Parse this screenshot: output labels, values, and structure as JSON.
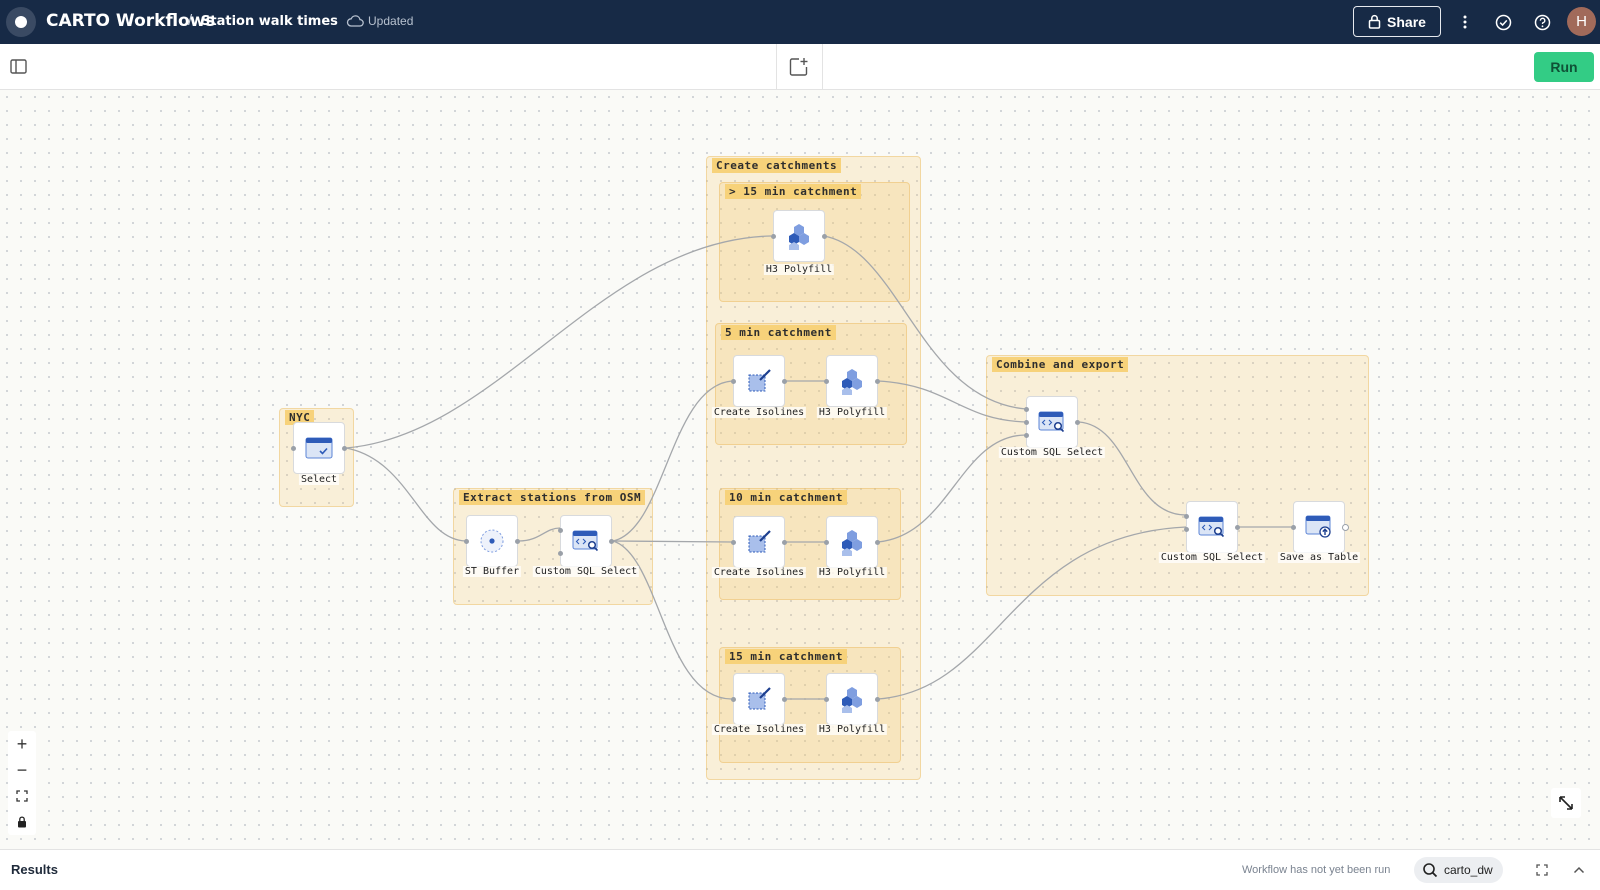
{
  "header": {
    "app_title": "CARTO Workflows",
    "separator": "/",
    "workflow_name": "Station walk times",
    "save_status": "Updated",
    "share_label": "Share",
    "avatar_initial": "H",
    "background_color": "#172a46"
  },
  "toolbar": {
    "run_label": "Run",
    "run_color": "#33cc85"
  },
  "canvas": {
    "groups": {
      "nyc": "NYC",
      "extract": "Extract stations from OSM",
      "create": "Create catchments",
      "gt15": "> 15 min catchment",
      "min5": "5 min catchment",
      "min10": "10 min catchment",
      "min15": "15 min catchment",
      "combine": "Combine and export"
    },
    "nodes": {
      "select": "Select",
      "st_buffer": "ST Buffer",
      "custom_sql_extract": "Custom SQL Select",
      "h3_gt15": "H3 Polyfill",
      "isolines_5": "Create Isolines",
      "h3_5": "H3 Polyfill",
      "isolines_10": "Create Isolines",
      "h3_10": "H3 Polyfill",
      "isolines_15": "Create Isolines",
      "h3_15": "H3 Polyfill",
      "custom_sql_combine_1": "Custom SQL Select",
      "custom_sql_combine_2": "Custom SQL Select",
      "save_table": "Save as Table"
    },
    "group_color": "#f7d27a"
  },
  "zoom_controls": {
    "zoom_in": "+",
    "zoom_out": "−"
  },
  "results": {
    "title": "Results",
    "status_text": "Workflow has not yet been run",
    "connection": "carto_dw"
  }
}
